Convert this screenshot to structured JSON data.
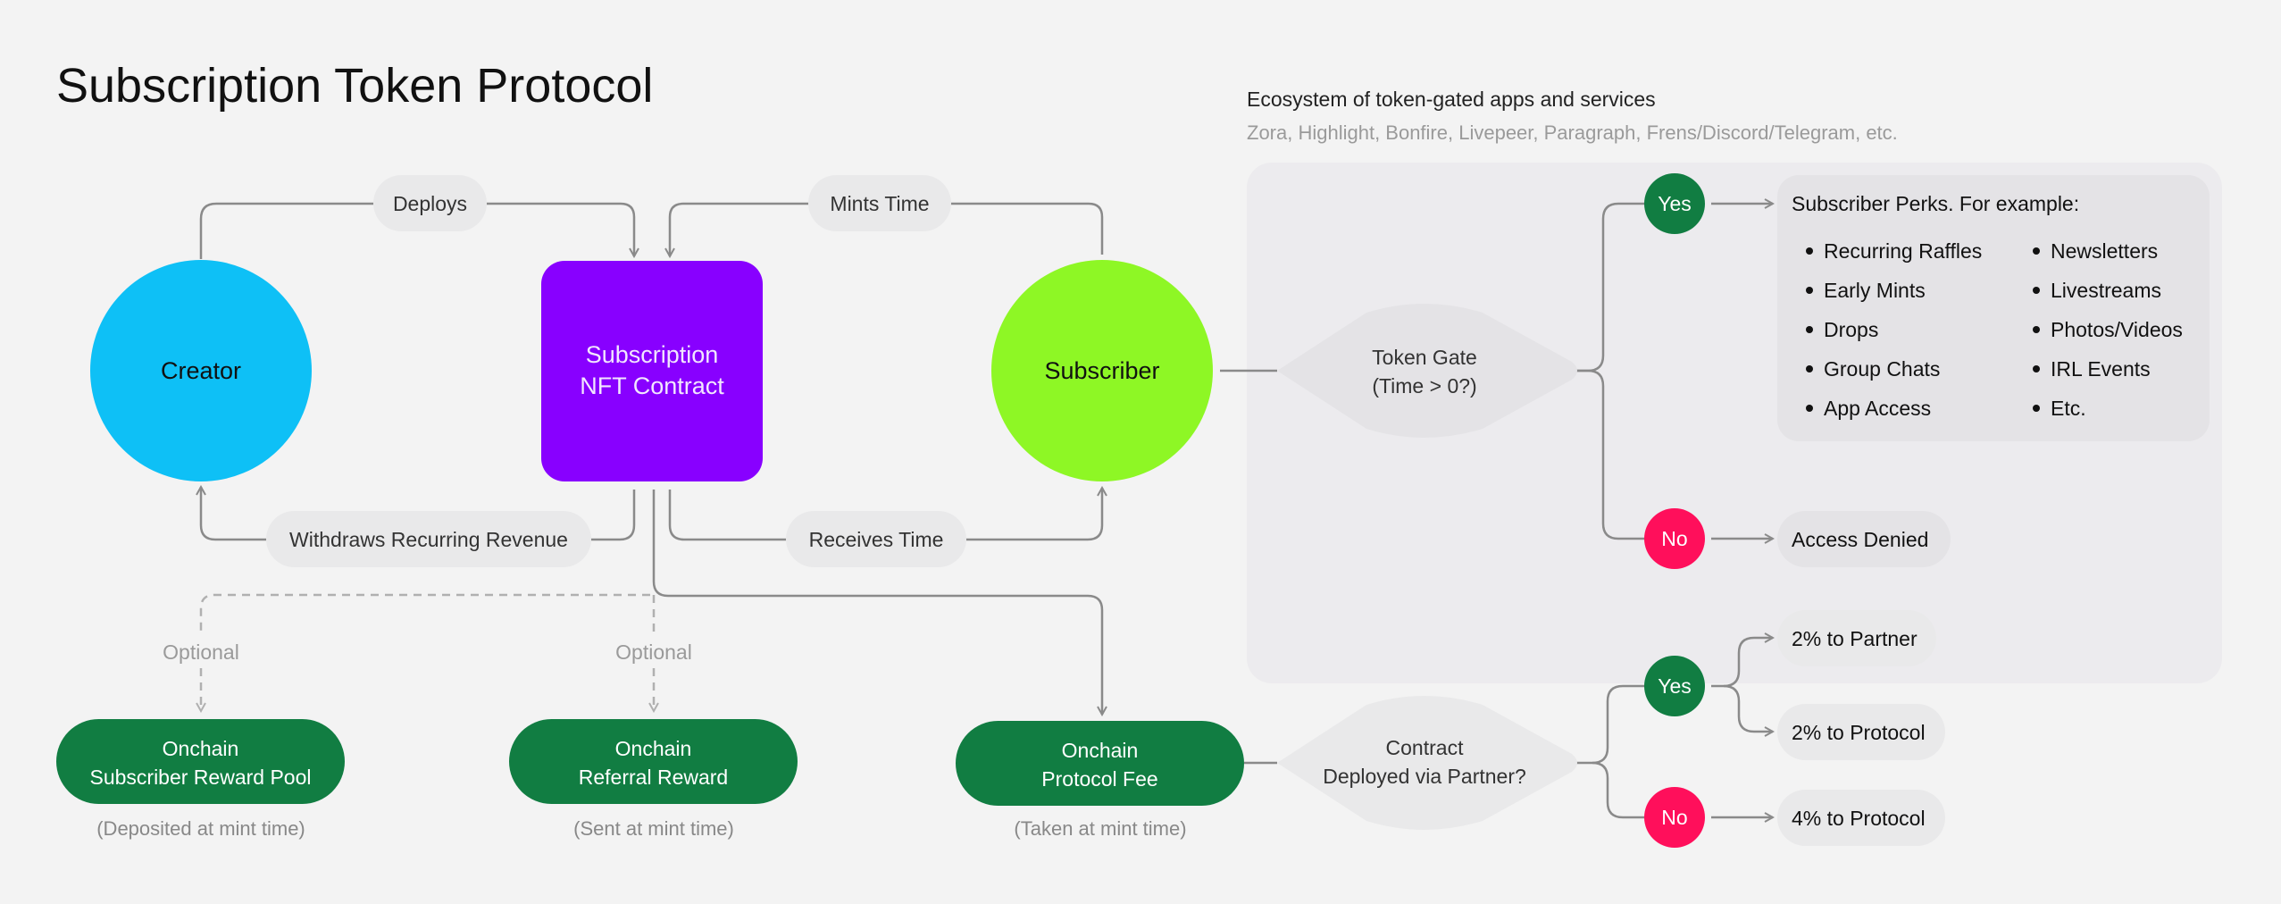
{
  "title": "Subscription Token Protocol",
  "ecosystem": {
    "heading": "Ecosystem of token-gated apps and services",
    "subheading": "Zora, Highlight, Bonfire, Livepeer, Paragraph, Frens/Discord/Telegram, etc."
  },
  "nodes": {
    "creator": "Creator",
    "contract_line1": "Subscription",
    "contract_line2": "NFT Contract",
    "subscriber": "Subscriber"
  },
  "edges": {
    "deploys": "Deploys",
    "mints_time": "Mints Time",
    "withdraws": "Withdraws Recurring Revenue",
    "receives_time": "Receives Time",
    "optional_1": "Optional",
    "optional_2": "Optional"
  },
  "rewards": {
    "pool_line1": "Onchain",
    "pool_line2": "Subscriber Reward Pool",
    "pool_note": "(Deposited at mint time)",
    "referral_line1": "Onchain",
    "referral_line2": "Referral Reward",
    "referral_note": "(Sent at mint time)",
    "fee_line1": "Onchain",
    "fee_line2": "Protocol Fee",
    "fee_note": "(Taken at mint time)"
  },
  "token_gate": {
    "line1": "Token Gate",
    "line2": "(Time > 0?)",
    "yes": "Yes",
    "no": "No"
  },
  "perks": {
    "title": "Subscriber Perks. For example:",
    "col1": [
      "Recurring Raffles",
      "Early Mints",
      "Drops",
      "Group Chats",
      "App Access"
    ],
    "col2": [
      "Newsletters",
      "Livestreams",
      "Photos/Videos",
      "IRL Events",
      "Etc."
    ]
  },
  "access_denied": "Access Denied",
  "partner": {
    "line1": "Contract",
    "line2": "Deployed via Partner?",
    "yes": "Yes",
    "no": "No",
    "partner_share": "2% to Partner",
    "protocol_share": "2% to Protocol",
    "protocol_full": "4% to Protocol"
  },
  "colors": {
    "background": "#f3f3f3",
    "creator": "#0ec0f6",
    "contract": "#8800ff",
    "subscriber": "#8ef725",
    "green": "#117d42",
    "red": "#ff0f5b",
    "pill": "#e9e9ea",
    "panel": "#ecebee",
    "line": "#8a8a8a"
  }
}
